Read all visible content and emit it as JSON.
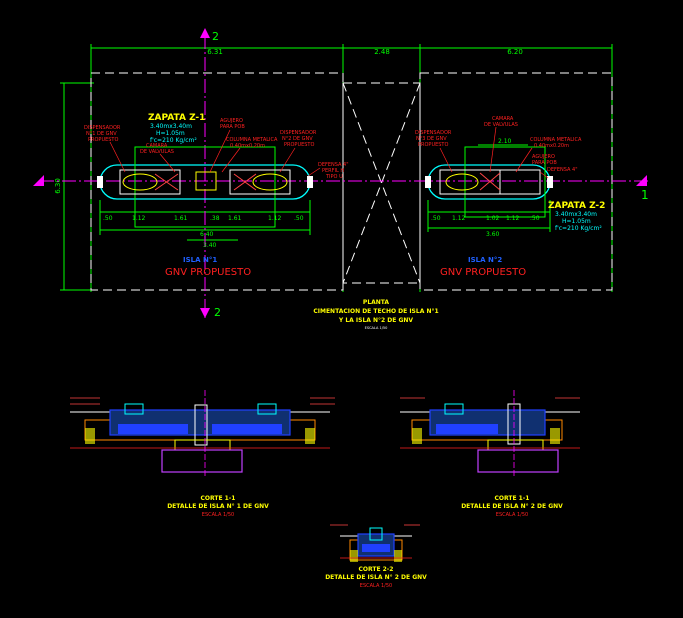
{
  "drawing": {
    "dims_top": [
      "6.31",
      "2.48",
      "6.20"
    ],
    "dim_left": "6.30",
    "axis_marks": {
      "top": "2",
      "bottom": "2",
      "right": "1"
    },
    "island1": {
      "footing_title": "ZAPATA Z-1",
      "footing_spec": [
        "3.40mx3.40m",
        "H=1.05m",
        "f'c=210 Kg/cm²"
      ],
      "labels": [
        "DISPENSADOR",
        "N°1 DE GNV",
        "PROPUESTO",
        "CAMARA",
        "DE VALVULAS",
        "AGUJERO",
        "PARA POB",
        "COLUMNA METALICA",
        "0.40mx0.20m",
        "DISPENSADOR",
        "N°2 DE GNV",
        "PROPUESTO",
        "DEFENSA 4\"",
        "PERFIL H",
        "TIPO U"
      ],
      "dims": [
        ".50",
        "1.12",
        "1.61",
        ".38",
        "1.61",
        "1.12",
        ".50"
      ],
      "dim_mid": "6.40",
      "dim_low": "3.40",
      "name": "ISLA N°1",
      "subtitle": "GNV PROPUESTO"
    },
    "island2": {
      "footing_title": "ZAPATA Z-2",
      "footing_spec": [
        "3.40mx3.40m",
        "H=1.05m",
        "f'c=210 Kg/cm²"
      ],
      "labels": [
        "CAMARA",
        "DE VALVULAS",
        "COLUMNA METALICA",
        "0.40mx0.20m",
        "DISPENSADOR",
        "N°3 DE GNV",
        "PROPUESTO",
        "AGUJERO",
        "PARA POB",
        "DEFENSA 4\""
      ],
      "dims": [
        ".50",
        "1.12",
        "1.02",
        "1.12",
        ".50"
      ],
      "dim_top": "2.10",
      "dim_mid": "3.60",
      "name": "ISLA N°2",
      "subtitle": "GNV PROPUESTO"
    },
    "plan_title": [
      "PLANTA",
      "CIMENTACION DE TECHO DE ISLA N°1",
      "Y LA ISLA N°2 DE GNV"
    ],
    "plan_scale": "ESCALA 1/50",
    "sections": [
      {
        "title": "CORTE 1-1",
        "subtitle": "DETALLE DE ISLA N° 1 DE GNV",
        "scale": "ESCALA 1/50"
      },
      {
        "title": "CORTE 1-1",
        "subtitle": "DETALLE DE ISLA N° 2 DE GNV",
        "scale": "ESCALA 1/50"
      },
      {
        "title": "CORTE 2-2",
        "subtitle": "DETALLE DE ISLA N° 2 DE GNV",
        "scale": "ESCALA 1/50"
      }
    ]
  },
  "colors": {
    "background": "#000000",
    "dimension": "#00ff00",
    "title": "#ffff00",
    "annotation": "#ff2020",
    "cyan": "#00ffff",
    "white": "#ffffff",
    "axis": "#ff00ff",
    "blue": "#2040ff",
    "section_ground": "#ff8800"
  }
}
